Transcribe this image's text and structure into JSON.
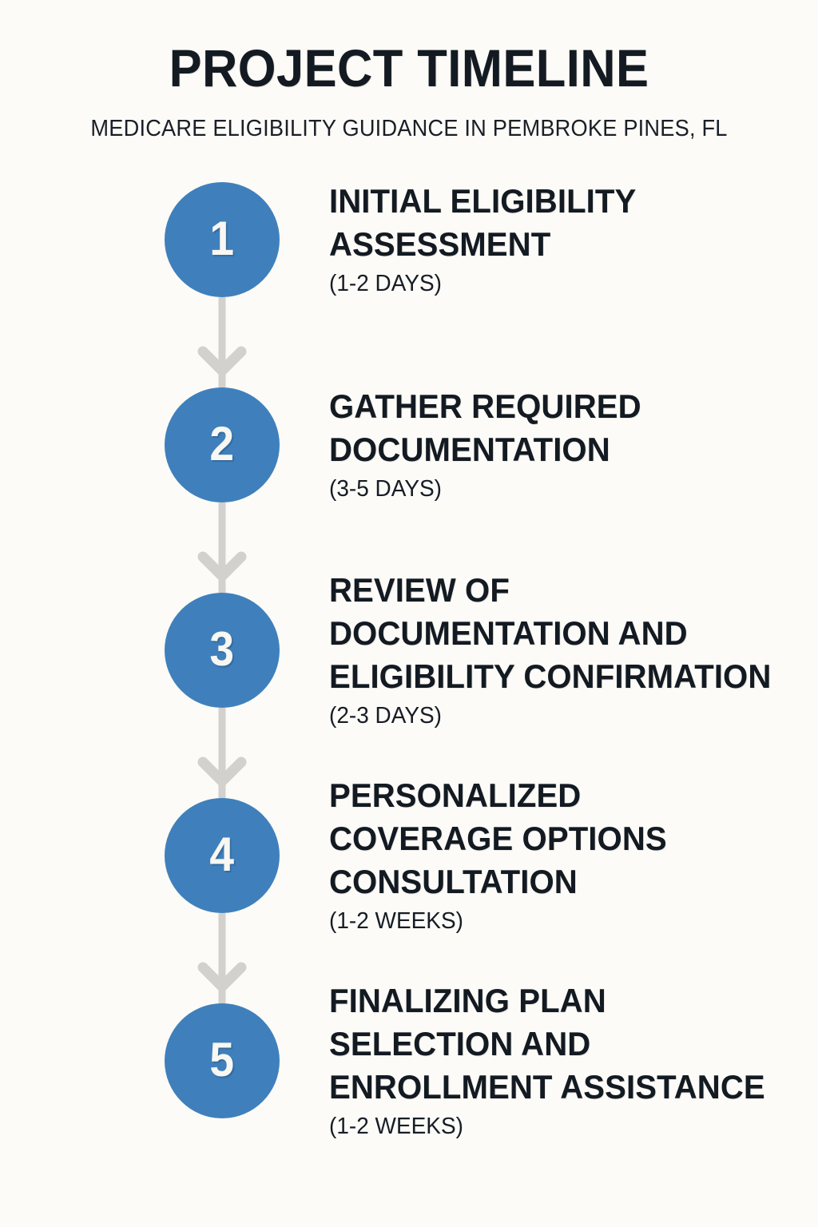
{
  "header": {
    "title": "PROJECT TIMELINE",
    "subtitle": "MEDICARE ELIGIBILITY GUIDANCE IN PEMBROKE PINES, FL"
  },
  "theme": {
    "background": "#fcfbf7",
    "accent": "#3f80bc",
    "text": "#131a22",
    "connector": "#d2d1cd",
    "number_text": "#f8f7f2"
  },
  "timeline": {
    "steps": [
      {
        "number": "1",
        "title_lines": [
          "INITIAL ELIGIBILITY",
          "ASSESSMENT"
        ],
        "duration": "(1-2 DAYS)"
      },
      {
        "number": "2",
        "title_lines": [
          "GATHER REQUIRED",
          "DOCUMENTATION"
        ],
        "duration": "(3-5 DAYS)"
      },
      {
        "number": "3",
        "title_lines": [
          "REVIEW OF",
          "DOCUMENTATION AND",
          "ELIGIBILITY CONFIRMATION"
        ],
        "duration": "(2-3 DAYS)"
      },
      {
        "number": "4",
        "title_lines": [
          "PERSONALIZED",
          "COVERAGE OPTIONS",
          "CONSULTATION"
        ],
        "duration": "(1-2 WEEKS)"
      },
      {
        "number": "5",
        "title_lines": [
          "FINALIZING PLAN",
          "SELECTION AND",
          "ENROLLMENT ASSISTANCE"
        ],
        "duration": "(1-2 WEEKS)"
      }
    ]
  }
}
